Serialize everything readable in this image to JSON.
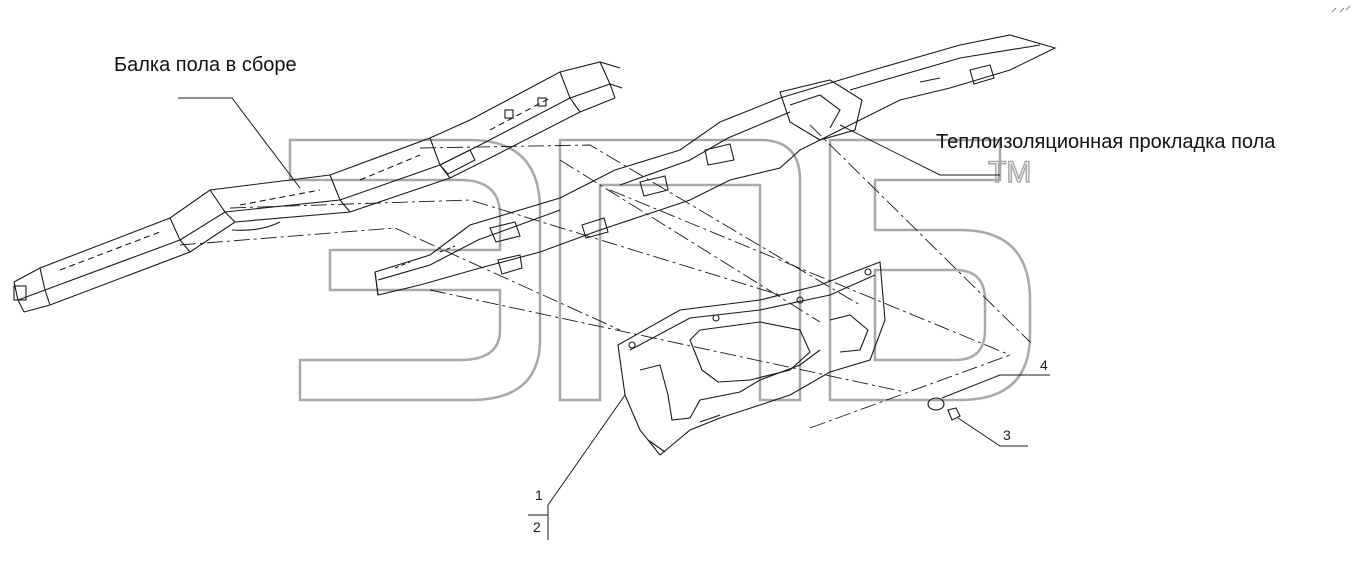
{
  "labels": {
    "floor_beam": "Балка пола в сборе",
    "floor_insulation": "Теплоизоляционная прокладка пола"
  },
  "callouts": {
    "one": "1",
    "two": "2",
    "three": "3",
    "four": "4"
  },
  "watermark": {
    "text": "ЭПБ",
    "tm": "TM"
  },
  "corner_mark": "",
  "colors": {
    "line": "#1a1a1a",
    "watermark": "#9a9a9a",
    "background": "#ffffff"
  }
}
